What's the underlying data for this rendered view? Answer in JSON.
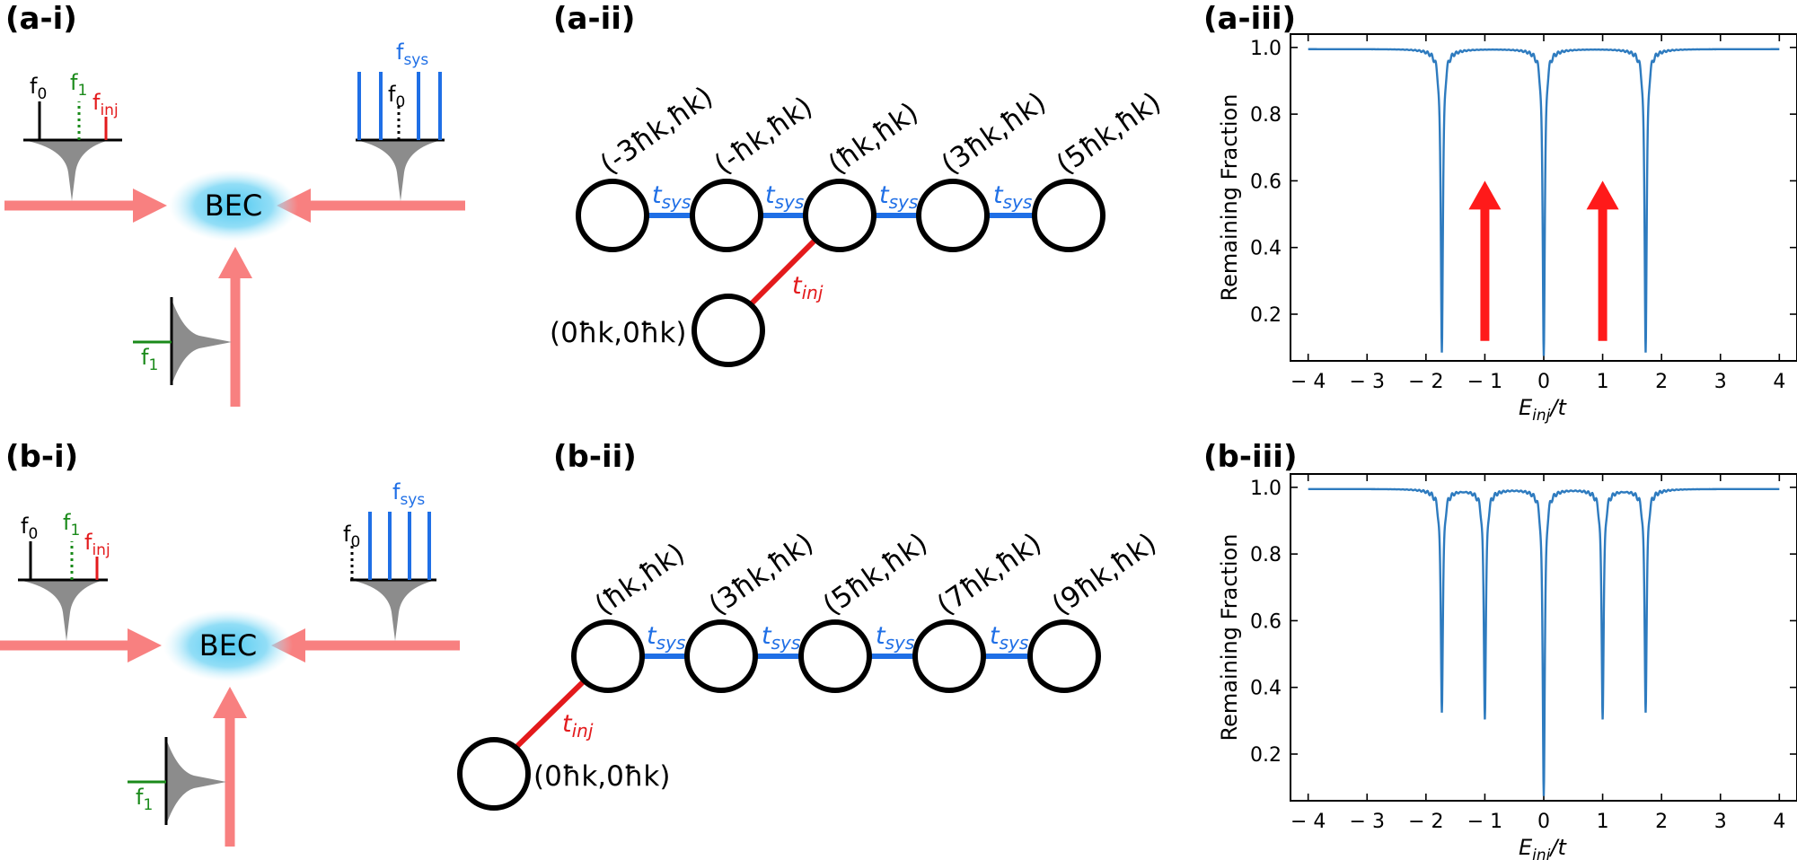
{
  "panels": {
    "a_i": "(a-i)",
    "a_ii": "(a-ii)",
    "a_iii": "(a-iii)",
    "b_i": "(b-i)",
    "b_ii": "(b-ii)",
    "b_iii": "(b-iii)"
  },
  "setup": {
    "bec": "BEC",
    "f0": "f",
    "f0_sub": "0",
    "f1": "f",
    "f1_sub": "1",
    "finj": "f",
    "finj_sub": "inj",
    "fsys": "f",
    "fsys_sub": "sys"
  },
  "lattice": {
    "t_sys": "t",
    "t_sys_sub": "sys",
    "t_inj": "t",
    "t_inj_sub": "inj",
    "a_sites": [
      "(-3ħk,ħk)",
      "(-ħk,ħk)",
      "(ħk,ħk)",
      "(3ħk,ħk)",
      "(5ħk,ħk)"
    ],
    "a_inj_site": "(0ħk,0ħk)",
    "b_sites": [
      "(ħk,ħk)",
      "(3ħk,ħk)",
      "(5ħk,ħk)",
      "(7ħk,ħk)",
      "(9ħk,ħk)"
    ],
    "b_inj_site": "(0ħk,0ħk)"
  },
  "colors": {
    "beam": "#f88080",
    "system": "#1f6fe6",
    "injection": "#e31a1c",
    "green": "#1a8a1a",
    "bec": "#4cc8f0",
    "curve": "#2e7bbf",
    "arrow": "#ff1a1a"
  },
  "chart_data": [
    {
      "type": "line",
      "xlabel": "E_inj/t",
      "ylabel": "Remaining Fraction",
      "xlim": [
        -4.3,
        4.3
      ],
      "ylim": [
        0.06,
        1.04
      ],
      "xticks": [
        -4,
        -3,
        -2,
        -1,
        0,
        1,
        2,
        3,
        4
      ],
      "yticks": [
        0.2,
        0.4,
        0.6,
        0.8,
        1.0
      ],
      "baseline": 0.995,
      "dips": [
        {
          "x": -1.73,
          "min": 0.12
        },
        {
          "x": 0.0,
          "min": 0.11
        },
        {
          "x": 1.73,
          "min": 0.12
        }
      ],
      "annotations": [
        {
          "type": "up-arrow",
          "x": -1.0,
          "y_from": 0.12,
          "y_to": 0.6
        },
        {
          "type": "up-arrow",
          "x": 1.0,
          "y_from": 0.12,
          "y_to": 0.6
        }
      ]
    },
    {
      "type": "line",
      "xlabel": "E_inj/t",
      "ylabel": "Remaining Fraction",
      "xlim": [
        -4.3,
        4.3
      ],
      "ylim": [
        0.06,
        1.04
      ],
      "xticks": [
        -4,
        -3,
        -2,
        -1,
        0,
        1,
        2,
        3,
        4
      ],
      "yticks": [
        0.2,
        0.4,
        0.6,
        0.8,
        1.0
      ],
      "baseline": 0.995,
      "dips": [
        {
          "x": -1.73,
          "min": 0.36
        },
        {
          "x": -1.0,
          "min": 0.34
        },
        {
          "x": 0.0,
          "min": 0.11
        },
        {
          "x": 1.0,
          "min": 0.34
        },
        {
          "x": 1.73,
          "min": 0.36
        }
      ],
      "annotations": []
    }
  ]
}
